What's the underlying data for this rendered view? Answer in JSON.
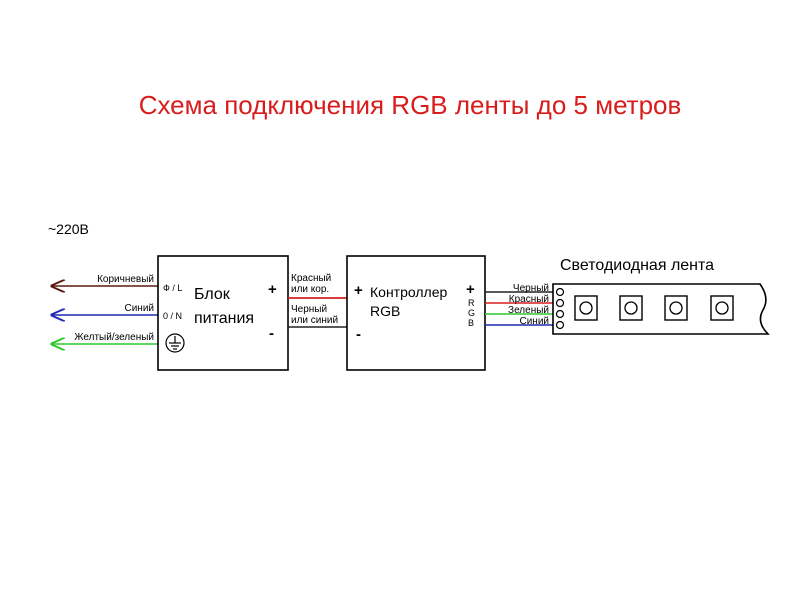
{
  "title": "Схема подключения RGB ленты до 5 метров",
  "mains_label": "~220В",
  "psu": {
    "label_line1": "Блок",
    "label_line2": "питания",
    "term_phase": "Ф / L",
    "term_neutral": "0 / N",
    "plus": "+",
    "minus": "-"
  },
  "input_wires": [
    {
      "label": "Коричневый",
      "color": "#5a1a10"
    },
    {
      "label": "Синий",
      "color": "#1f2bb0"
    },
    {
      "label": "Желтый/зеленый",
      "color": "#2ec82e"
    }
  ],
  "psu_to_ctrl": {
    "red_line1": "Красный",
    "red_line2": "или кор.",
    "black_line1": "Черный",
    "black_line2": "или синий",
    "red_color": "#d81e1e",
    "black_color": "#222222"
  },
  "controller": {
    "label_line1": "Контроллер",
    "label_line2": "RGB",
    "plus_in": "+",
    "minus_in": "-",
    "plus_out": "+",
    "r": "R",
    "g": "G",
    "b": "B"
  },
  "output_wires": [
    {
      "label": "Черный",
      "color": "#222222"
    },
    {
      "label": "Красный",
      "color": "#d81e1e"
    },
    {
      "label": "Зеленый",
      "color": "#2ec82e"
    },
    {
      "label": "Синий",
      "color": "#1f2bb0"
    }
  ],
  "strip": {
    "label": "Светодиодная лента",
    "led_count": 4
  },
  "colors": {
    "title": "#d91c1c",
    "line": "#000000"
  }
}
